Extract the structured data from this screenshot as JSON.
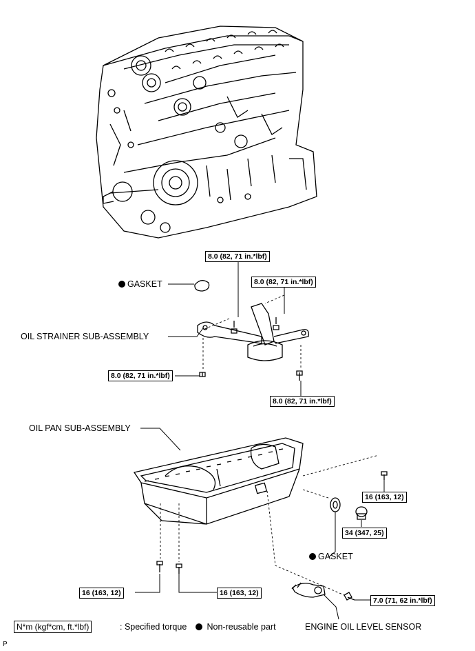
{
  "labels": {
    "gasket_top": "GASKET",
    "oil_strainer": "OIL STRAINER SUB-ASSEMBLY",
    "oil_pan": "OIL PAN SUB-ASSEMBLY",
    "gasket_bottom": "GASKET",
    "oil_level_sensor": "ENGINE OIL LEVEL SENSOR"
  },
  "torques": {
    "strainer_top": "8.0 (82, 71 in.*lbf)",
    "strainer_right": "8.0 (82, 71 in.*lbf)",
    "strainer_left": "8.0 (82, 71 in.*lbf)",
    "strainer_bottom": "8.0 (82, 71 in.*lbf)",
    "pan_right_bolt": "16 (163, 12)",
    "drain_plug": "34 (347, 25)",
    "pan_bottom_left": "16 (163, 12)",
    "pan_bottom_center": "16 (163, 12)",
    "sensor_bolt": "7.0 (71, 62 in.*lbf)"
  },
  "legend": {
    "torque_unit": "N*m (kgf*cm, ft.*lbf)",
    "torque_desc": ": Specified torque",
    "nonreusable": "Non-reusable part"
  },
  "corner_mark": "P"
}
